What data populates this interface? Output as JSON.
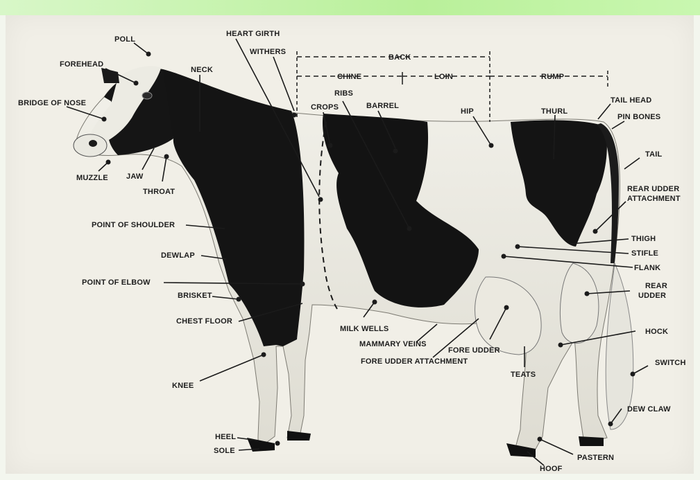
{
  "labels": {
    "poll": "POLL",
    "forehead": "FOREHEAD",
    "bridge_of_nose": "BRIDGE OF NOSE",
    "muzzle": "MUZZLE",
    "jaw": "JAW",
    "throat": "THROAT",
    "neck": "NECK",
    "heart_girth": "HEART GIRTH",
    "withers": "WITHERS",
    "crops": "CROPS",
    "ribs": "RIBS",
    "barrel": "BARREL",
    "back": "BACK",
    "chine": "CHINE",
    "loin": "LOIN",
    "rump": "RUMP",
    "hip": "HIP",
    "thurl": "THURL",
    "tail_head": "TAIL HEAD",
    "pin_bones": "PIN BONES",
    "tail": "TAIL",
    "rear_udder_attachment_1": "REAR UDDER",
    "rear_udder_attachment_2": "ATTACHMENT",
    "thigh": "THIGH",
    "stifle": "STIFLE",
    "flank": "FLANK",
    "rear_udder_1": "REAR",
    "rear_udder_2": "UDDER",
    "hock": "HOCK",
    "switch": "SWITCH",
    "dew_claw": "DEW CLAW",
    "pastern": "PASTERN",
    "hoof": "HOOF",
    "teats": "TEATS",
    "fore_udder": "FORE UDDER",
    "fore_udder_attachment": "FORE UDDER ATTACHMENT",
    "mammary_veins": "MAMMARY VEINS",
    "milk_wells": "MILK WELLS",
    "point_of_shoulder": "POINT OF SHOULDER",
    "dewlap": "DEWLAP",
    "point_of_elbow": "POINT OF ELBOW",
    "brisket": "BRISKET",
    "chest_floor": "CHEST FLOOR",
    "knee": "KNEE",
    "heel": "HEEL",
    "sole": "SOLE"
  },
  "colors": {
    "background": "#f1efe7",
    "black_patch": "#111111",
    "white_hide": "#ecebe4",
    "ink": "#1d1d1d",
    "top_bar": "#b9f09a"
  }
}
